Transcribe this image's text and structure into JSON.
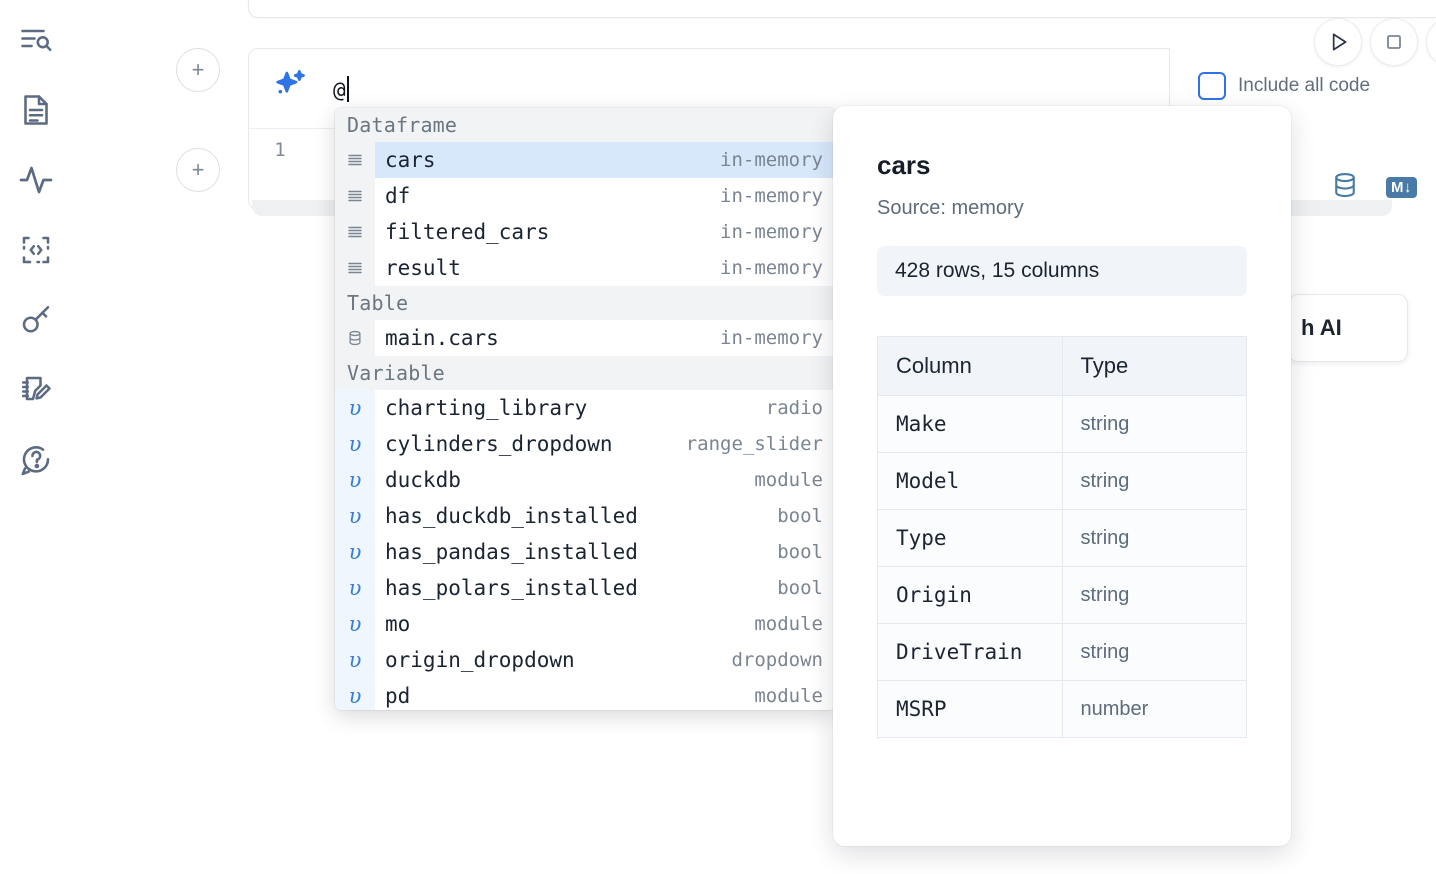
{
  "rail": {
    "items": [
      {
        "name": "explore-outline-icon",
        "label": "Outline"
      },
      {
        "name": "file-document-icon",
        "label": "Files"
      },
      {
        "name": "activity-pulse-icon",
        "label": "Activity"
      },
      {
        "name": "code-snippets-icon",
        "label": "Snippets"
      },
      {
        "name": "key-secrets-icon",
        "label": "Secrets"
      },
      {
        "name": "scratchpad-edit-icon",
        "label": "Scratchpad"
      },
      {
        "name": "help-question-icon",
        "label": "Help"
      }
    ]
  },
  "header": {
    "run_button": "run-cell",
    "stop_button": "stop-cell",
    "extra_button": "more-actions",
    "include_all_code_label": "Include all code",
    "include_all_code_checked": false,
    "db_icon": "database-icon",
    "md_badge": "M↓"
  },
  "cells": {
    "add_button_label": "+",
    "ai_prompt_value": "@",
    "ai_prompt_icon": "sparkle-ai-icon",
    "code_line_number": "1"
  },
  "floating_card": {
    "text": "h AI"
  },
  "autocomplete": {
    "groups": [
      {
        "label": "Dataframe",
        "icon": "dataframe-rows-icon",
        "kind": "dataframe",
        "items": [
          {
            "name": "cars",
            "type": "in-memory",
            "selected": true
          },
          {
            "name": "df",
            "type": "in-memory",
            "selected": false
          },
          {
            "name": "filtered_cars",
            "type": "in-memory",
            "selected": false
          },
          {
            "name": "result",
            "type": "in-memory",
            "selected": false
          }
        ]
      },
      {
        "label": "Table",
        "icon": "database-table-icon",
        "kind": "table",
        "items": [
          {
            "name": "main.cars",
            "type": "in-memory",
            "selected": false
          }
        ]
      },
      {
        "label": "Variable",
        "icon": "variable-upsilon-icon",
        "kind": "variable",
        "items": [
          {
            "name": "charting_library",
            "type": "radio",
            "selected": false
          },
          {
            "name": "cylinders_dropdown",
            "type": "range_slider",
            "selected": false
          },
          {
            "name": "duckdb",
            "type": "module",
            "selected": false
          },
          {
            "name": "has_duckdb_installed",
            "type": "bool",
            "selected": false
          },
          {
            "name": "has_pandas_installed",
            "type": "bool",
            "selected": false
          },
          {
            "name": "has_polars_installed",
            "type": "bool",
            "selected": false
          },
          {
            "name": "mo",
            "type": "module",
            "selected": false
          },
          {
            "name": "origin_dropdown",
            "type": "dropdown",
            "selected": false
          },
          {
            "name": "pd",
            "type": "module",
            "selected": false
          }
        ]
      }
    ]
  },
  "detail": {
    "title": "cars",
    "source": "Source: memory",
    "shape": "428 rows, 15 columns",
    "headers": {
      "column": "Column",
      "type": "Type"
    },
    "rows": [
      {
        "column": "Make",
        "type": "string"
      },
      {
        "column": "Model",
        "type": "string"
      },
      {
        "column": "Type",
        "type": "string"
      },
      {
        "column": "Origin",
        "type": "string"
      },
      {
        "column": "DriveTrain",
        "type": "string"
      },
      {
        "column": "MSRP",
        "type": "number"
      }
    ]
  }
}
